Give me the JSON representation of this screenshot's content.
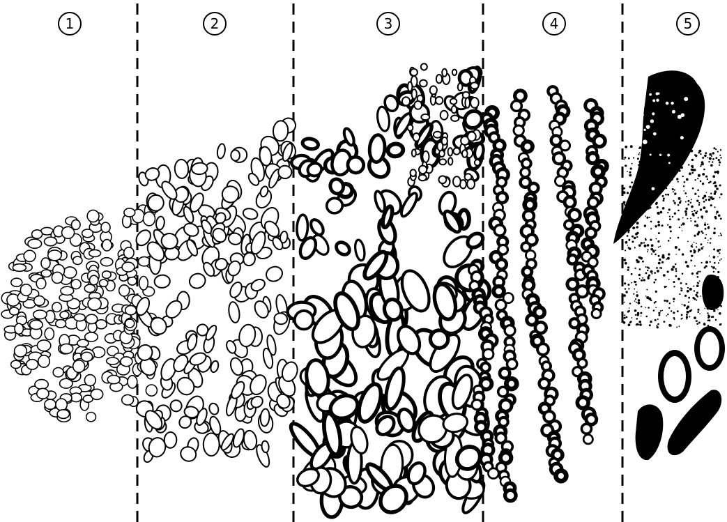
{
  "figure": {
    "description_labels": [],
    "zones": [
      {
        "label": "1",
        "pattern": "small-regular-cells"
      },
      {
        "label": "2",
        "pattern": "irregular-cells"
      },
      {
        "label": "3",
        "pattern": "thick-walled-irregular-glands"
      },
      {
        "label": "4",
        "pattern": "beaded-cords"
      },
      {
        "label": "5",
        "pattern": "solid-infiltrating-masses"
      }
    ],
    "colors": {
      "ink": "#000000",
      "paper": "#ffffff"
    }
  }
}
